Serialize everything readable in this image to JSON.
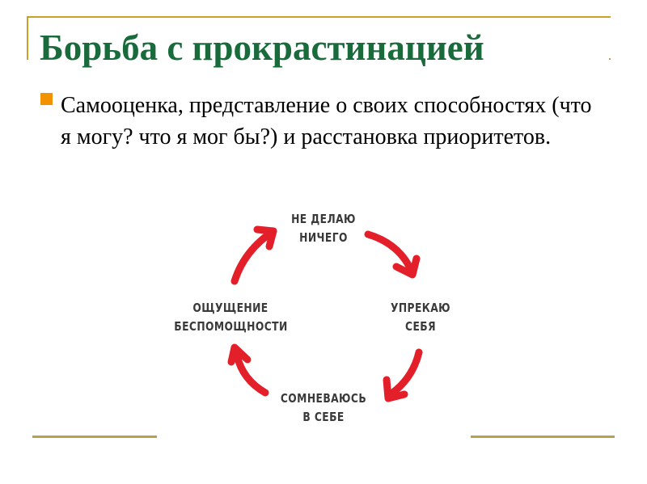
{
  "slide": {
    "title": "Борьба с прокрастинацией",
    "bullets": [
      {
        "text": "Самооценка, представление о своих способностях (что я могу? что я мог бы?) и расстановка приоритетов."
      }
    ],
    "cycle_diagram": {
      "nodes": [
        {
          "id": "top",
          "label": "НЕ ДЕЛАЮ\nНИЧЕГО"
        },
        {
          "id": "right",
          "label": "УПРЕКАЮ\nСЕБЯ"
        },
        {
          "id": "bottom",
          "label": "СОМНЕВАЮСЬ\nВ СЕБЕ"
        },
        {
          "id": "left",
          "label": "ОЩУЩЕНИЕ\nБЕСПОМОЩНОСТИ"
        }
      ],
      "arrow_color": "#e3202a",
      "direction": "clockwise"
    },
    "colors": {
      "title": "#1a6b3c",
      "bullet": "#f39200",
      "frame": "#c8a02a",
      "footer_lines": "#b9a14a"
    }
  }
}
